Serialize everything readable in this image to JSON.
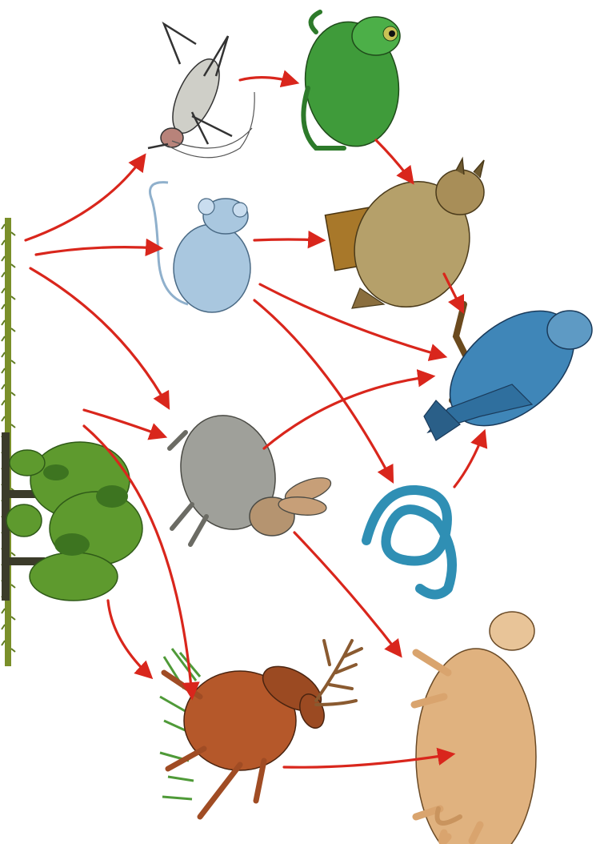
{
  "organisms": [
    {
      "id": "grass",
      "icon": "grass-strip-icon"
    },
    {
      "id": "trees",
      "icon": "tree-icon"
    },
    {
      "id": "cricket",
      "icon": "cricket-icon"
    },
    {
      "id": "mouse",
      "icon": "mouse-icon"
    },
    {
      "id": "rabbit",
      "icon": "rabbit-icon"
    },
    {
      "id": "deer",
      "icon": "deer-icon"
    },
    {
      "id": "frog",
      "icon": "frog-icon"
    },
    {
      "id": "owl",
      "icon": "owl-icon"
    },
    {
      "id": "snake",
      "icon": "snake-icon"
    },
    {
      "id": "hawk",
      "icon": "hawk-icon"
    },
    {
      "id": "cougar",
      "icon": "cougar-icon"
    }
  ],
  "links": [
    {
      "from": "grass",
      "to": "cricket"
    },
    {
      "from": "grass",
      "to": "mouse"
    },
    {
      "from": "grass",
      "to": "rabbit"
    },
    {
      "from": "trees",
      "to": "rabbit"
    },
    {
      "from": "trees",
      "to": "deer"
    },
    {
      "from": "cricket",
      "to": "frog"
    },
    {
      "from": "frog",
      "to": "owl"
    },
    {
      "from": "mouse",
      "to": "owl"
    },
    {
      "from": "mouse",
      "to": "hawk"
    },
    {
      "from": "mouse",
      "to": "snake"
    },
    {
      "from": "owl",
      "to": "hawk"
    },
    {
      "from": "rabbit",
      "to": "hawk"
    },
    {
      "from": "snake",
      "to": "hawk"
    },
    {
      "from": "rabbit",
      "to": "cougar"
    },
    {
      "from": "deer",
      "to": "cougar"
    }
  ],
  "colors": {
    "arrow": "#d9261c",
    "grass": "#7a8f2a",
    "tree_foliage": "#5e9a2e",
    "tree_trunk": "#3b3b2a",
    "cricket": "#cfcfc8",
    "frog": "#3f9b3a",
    "mouse": "#a9c7df",
    "owl": "#b5a06a",
    "hawk": "#3f86b8",
    "rabbit": "#9fa09a",
    "snake": "#2f8fb4",
    "deer": "#b5582a",
    "cougar": "#e0b27f"
  }
}
